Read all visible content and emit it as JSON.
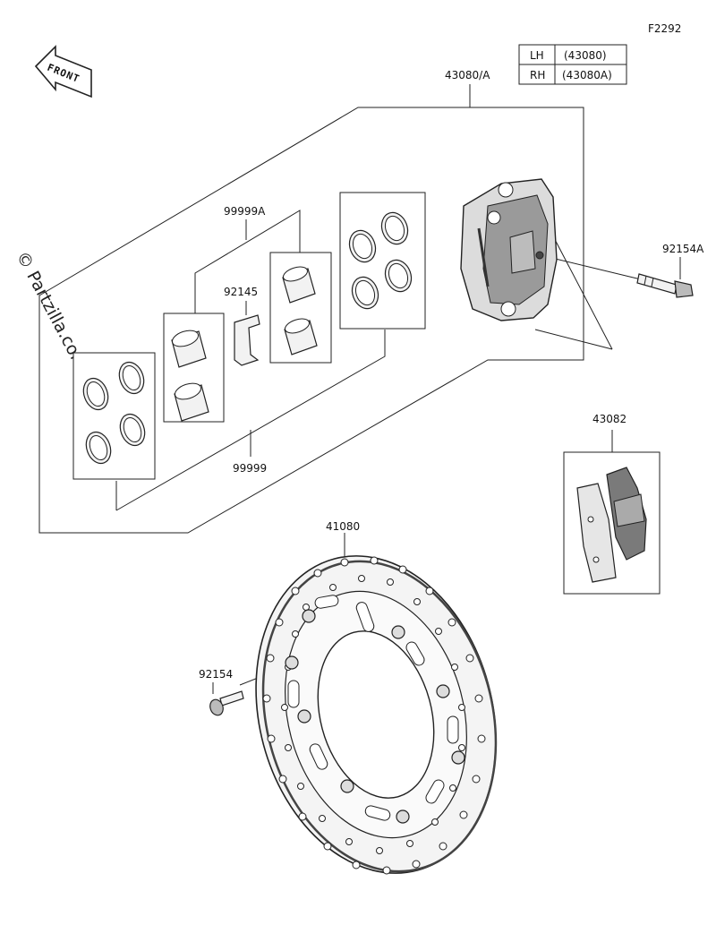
{
  "figure_code": "F2292",
  "watermark": "© Partzilla.com",
  "front_label": "FRONT",
  "side_table": {
    "rows": [
      {
        "side": "LH",
        "code": "(43080)"
      },
      {
        "side": "RH",
        "code": "(43080A)"
      }
    ]
  },
  "callouts": {
    "caliper_assy": "43080/A",
    "bolt_caliper": "92154A",
    "seal_kit_a": "99999A",
    "spring": "92145",
    "seal_kit": "99999",
    "brake_pads": "43082",
    "disc": "41080",
    "bolt_disc": "92154"
  }
}
